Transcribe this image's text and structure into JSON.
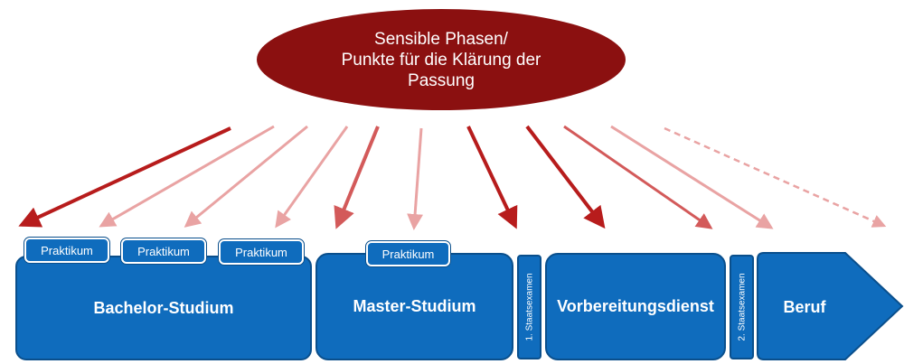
{
  "header": {
    "line1": "Sensible Phasen/",
    "line2": "Punkte für die Klärung der",
    "line3": "Passung"
  },
  "phases": {
    "bachelor": "Bachelor-Studium",
    "master": "Master-Studium",
    "exam1": "1. Staatsexamen",
    "vorbereitung": "Vorbereitungsdienst",
    "exam2": "2. Staatsexamen",
    "beruf": "Beruf"
  },
  "internships": [
    "Praktikum",
    "Praktikum",
    "Praktikum",
    "Praktikum"
  ],
  "colors": {
    "ellipse": "#8b1010",
    "block": "#0f6cbd",
    "arrow_strong": "#b71c1c",
    "arrow_medium": "#d35a5a",
    "arrow_light": "#e9a3a3"
  }
}
